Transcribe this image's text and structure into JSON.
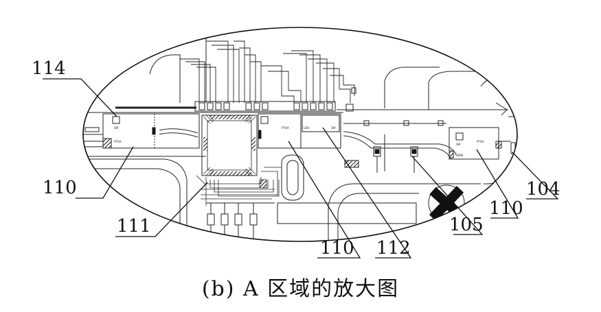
{
  "figure": {
    "caption": "(b) A 区域的放大图",
    "callouts": {
      "c114": "114",
      "c110_left": "110",
      "c111": "111",
      "c110_bottom": "110",
      "c112": "112",
      "c105": "105",
      "c110_right": "110",
      "c104": "104"
    },
    "chip_labels": {
      "left_sw": "SW",
      "left_fpga": "FPGA",
      "mid_fpga": "FPGA",
      "mid_sw": "SW",
      "mid_ldo": "LDO",
      "right_sw": "SW",
      "right_fpga": "FPGA",
      "right_sens": "SENS"
    }
  }
}
